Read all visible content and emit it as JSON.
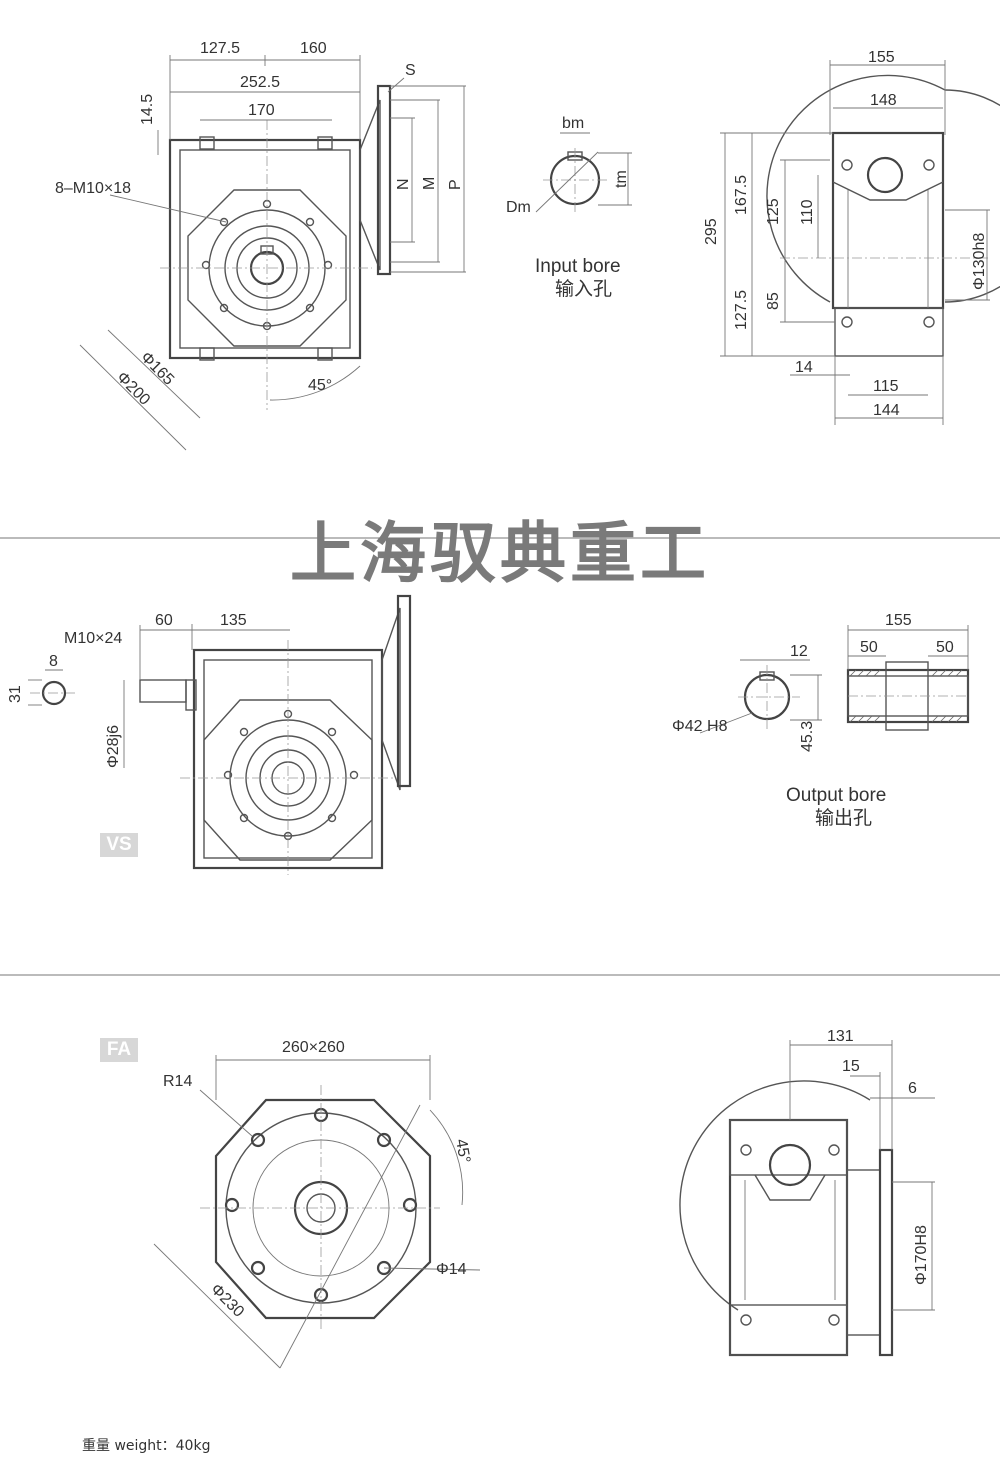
{
  "watermark": "上海驭典重工",
  "badges": {
    "vs": "VS",
    "fa": "FA"
  },
  "input_bore": {
    "en": "Input bore",
    "cn": "输入孔",
    "bm": "bm",
    "tm": "tm",
    "dm": "Dm"
  },
  "output_bore": {
    "en": "Output bore",
    "cn": "输出孔",
    "d12": "12",
    "d45": "45.3",
    "dia": "Φ42 H8",
    "w155": "155",
    "w50a": "50",
    "w50b": "50"
  },
  "front_view": {
    "d1275": "127.5",
    "d160": "160",
    "d2525": "252.5",
    "d170": "170",
    "d145": "14.5",
    "s": "S",
    "n": "N",
    "m": "M",
    "p": "P",
    "bolts": "8–M10×18",
    "d165": "Φ165",
    "d200": "Φ200",
    "angle": "45°"
  },
  "side_view": {
    "d155": "155",
    "d148": "148",
    "d295": "295",
    "d1675": "167.5",
    "d1275": "127.5",
    "d125": "125",
    "d110": "110",
    "d85": "85",
    "d130": "Φ130h8",
    "d14": "14",
    "d115": "115",
    "d144": "144"
  },
  "shaft_view": {
    "thread": "M10×24",
    "d60": "60",
    "d135": "135",
    "d8": "8",
    "d31": "31",
    "d28": "Φ28j6"
  },
  "fa_front": {
    "sq": "260×260",
    "r14": "R14",
    "angle": "45°",
    "d230": "Φ230",
    "d14": "Φ14"
  },
  "fa_side": {
    "d131": "131",
    "d15": "15",
    "d6": "6",
    "d170": "Φ170H8"
  },
  "weight": "重量 weight：40kg"
}
